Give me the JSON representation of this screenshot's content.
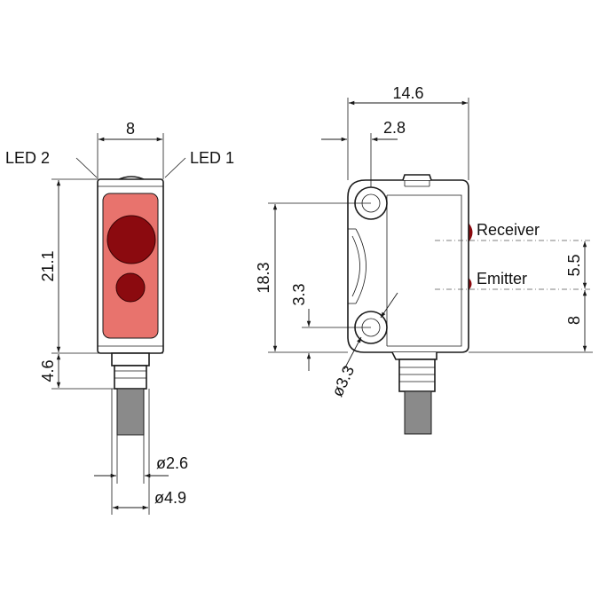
{
  "front_view": {
    "width_dim": "8",
    "led2_label": "LED 2",
    "led1_label": "LED 1",
    "height_dim": "21.1",
    "neck_dim": "4.6",
    "cable_inner_dim": "ø2.6",
    "cable_outer_dim": "ø4.9"
  },
  "side_view": {
    "overall_width_dim": "14.6",
    "hole_offset_dim": "2.8",
    "hole_spacing_dim": "18.3",
    "hole_offset_bottom_dim": "3.3",
    "hole_diameter_dim": "ø3.3",
    "receiver_label": "Receiver",
    "emitter_label": "Emitter",
    "optics_spacing_dim": "5.5",
    "emitter_height_dim": "8"
  },
  "colors": {
    "lens_panel": "#e8736d",
    "lens_dark": "#8b0a0f",
    "outline": "#1a1a1a",
    "cable": "#8a8a8a"
  }
}
